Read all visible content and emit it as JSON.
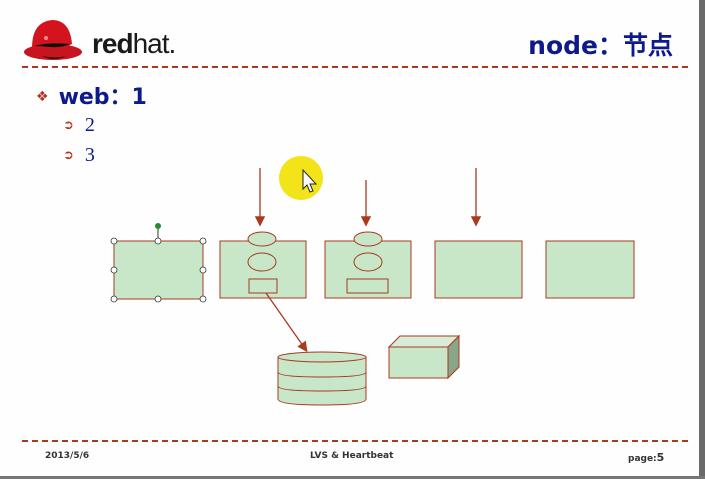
{
  "brand": {
    "bold": "red",
    "light": "hat",
    "dot": "."
  },
  "title": "node：节点",
  "bullet": {
    "marker": "❖",
    "text": "web：1"
  },
  "sub_items": [
    {
      "marker": "➲",
      "text": "2"
    },
    {
      "marker": "➲",
      "text": "3"
    }
  ],
  "footer": {
    "date": "2013/5/6",
    "center": "LVS & Heartbeat",
    "page_label": "page:",
    "page_number": "5"
  },
  "colors": {
    "accent": "#b5321c",
    "heading": "#0d1a8c",
    "shape_fill": "#c8e6c8",
    "shape_stroke": "#a83a20",
    "pointer_highlight": "#f2e000"
  },
  "icons": [
    "redhat-logo-icon",
    "diamond-bullet-icon",
    "arrow-bullet-icon",
    "mouse-cursor-icon",
    "selection-handle-icon"
  ]
}
